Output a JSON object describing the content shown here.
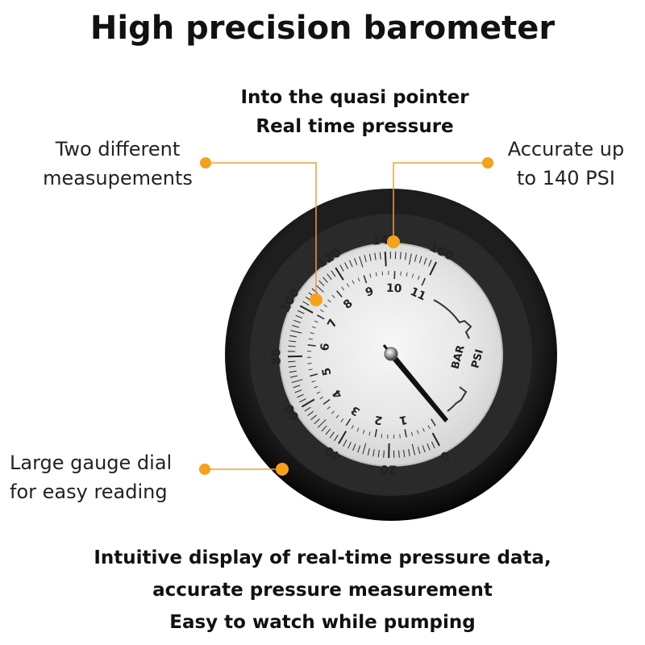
{
  "title": "High precision barometer",
  "top_caption": {
    "line1": "Into the quasi pointer",
    "line2": "Real time pressure"
  },
  "callouts": {
    "left_top": {
      "line1": "Two different",
      "line2": "measupements"
    },
    "right_top": {
      "line1": "Accurate up",
      "line2": "to 140 PSI"
    },
    "left_bottom": {
      "line1": "Large gauge dial",
      "line2": "for easy reading"
    }
  },
  "bottom_caption": {
    "line1": "Intuitive display of real-time pressure data,",
    "line2": "accurate pressure measurement",
    "line3": "Easy to watch while pumping"
  },
  "gauge": {
    "psi_labels": [
      "0",
      "20",
      "40",
      "60",
      "80",
      "100",
      "120",
      "140",
      "160"
    ],
    "bar_labels": [
      "1",
      "2",
      "3",
      "4",
      "5",
      "6",
      "7",
      "8",
      "9",
      "10",
      "11"
    ],
    "unit_bar": "BAR",
    "unit_psi": "PSI"
  },
  "colors": {
    "accent_dot": "#F5A21B",
    "leader_line": "#E8A23A",
    "bezel": "#141414",
    "dial": "#EDEDED"
  },
  "icons": {
    "callout_marker": "orange-dot-icon"
  }
}
